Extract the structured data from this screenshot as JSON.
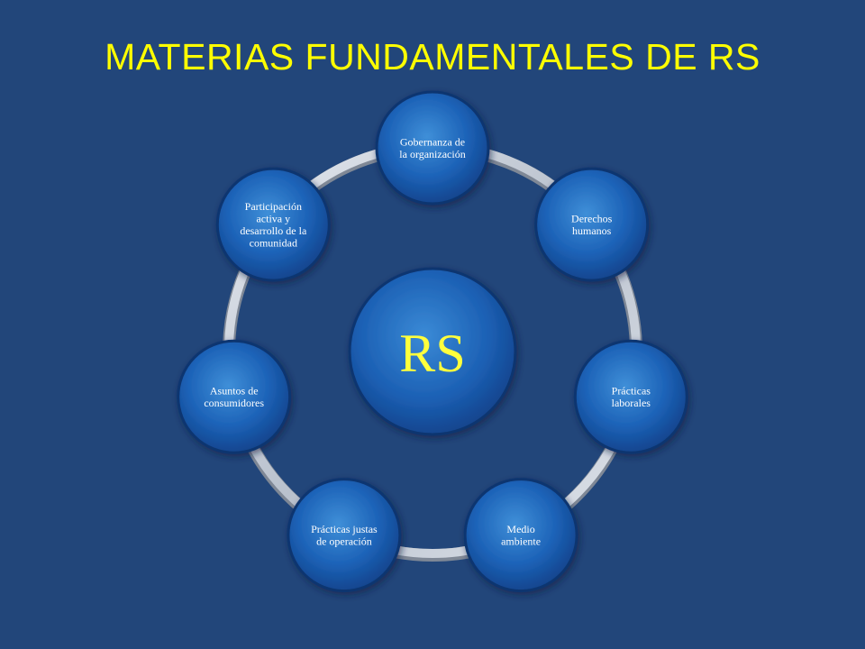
{
  "slide": {
    "title": "MATERIAS FUNDAMENTALES DE RS"
  },
  "diagram": {
    "center": {
      "label": "RS"
    },
    "nodes": [
      {
        "id": "gobernanza",
        "lines": [
          "Gobernanza de",
          "la organización"
        ]
      },
      {
        "id": "derechos",
        "lines": [
          "Derechos",
          "humanos"
        ]
      },
      {
        "id": "laborales",
        "lines": [
          "Prácticas",
          "laborales"
        ]
      },
      {
        "id": "medio",
        "lines": [
          "Medio",
          "ambiente"
        ]
      },
      {
        "id": "operacion",
        "lines": [
          "Prácticas justas",
          "de operación"
        ]
      },
      {
        "id": "consumidores",
        "lines": [
          "Asuntos de",
          "consumidores"
        ]
      },
      {
        "id": "comunidad",
        "lines": [
          "Participación",
          "activa y",
          "desarrollo de la",
          "comunidad"
        ]
      }
    ]
  },
  "colors": {
    "background": "#22467a",
    "title": "#ffff00",
    "center_text": "#ffff3c",
    "node_text": "#ffffff",
    "ring": "#c9d0dc"
  }
}
